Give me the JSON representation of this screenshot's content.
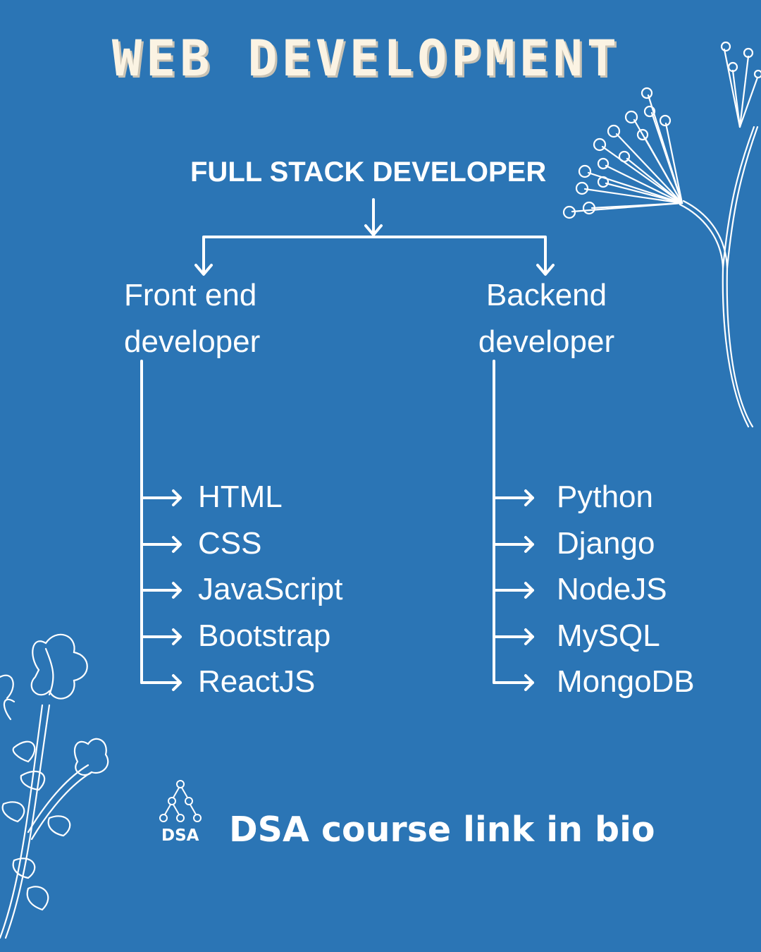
{
  "title": "WEB DEVELOPMENT",
  "root": "FULL STACK DEVELOPER",
  "frontend": {
    "label_line1": "Front end",
    "label_line2": "developer",
    "items": [
      "HTML",
      "CSS",
      "JavaScript",
      "Bootstrap",
      "ReactJS"
    ]
  },
  "backend": {
    "label_line1": "Backend",
    "label_line2": "developer",
    "items": [
      "Python",
      "Django",
      "NodeJS",
      "MySQL",
      "MongoDB"
    ]
  },
  "footer": {
    "logo_text": "DSA",
    "text": "DSA course link in bio"
  },
  "colors": {
    "background": "#2b75b5",
    "title": "#fbf3e3",
    "line": "#ffffff"
  }
}
